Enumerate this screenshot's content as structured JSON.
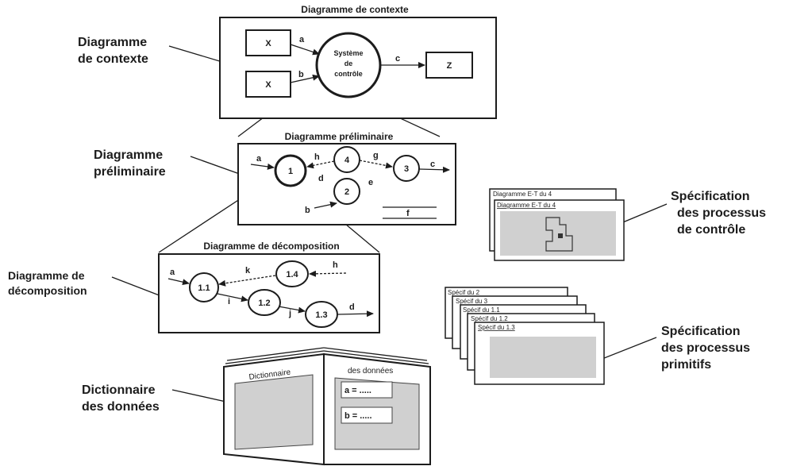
{
  "side_labels": {
    "context": [
      "Diagramme",
      "de contexte"
    ],
    "preliminary": [
      "Diagramme",
      "préliminaire"
    ],
    "decomposition": [
      "Diagramme de",
      "décomposition"
    ],
    "dictionary": [
      "Dictionnaire",
      "des données"
    ],
    "control_spec": [
      "Spécification",
      "des processus",
      "de contrôle"
    ],
    "primitive_spec": [
      "Spécification",
      "des processus",
      "primitifs"
    ]
  },
  "context_diagram": {
    "title": "Diagramme de contexte",
    "entity_top": "X",
    "entity_bottom": "X",
    "entity_right": "Z",
    "system": [
      "Système",
      "de",
      "contrôle"
    ],
    "flows": {
      "a": "a",
      "b": "b",
      "c": "c"
    }
  },
  "preliminary_diagram": {
    "title": "Diagramme préliminaire",
    "processes": [
      "1",
      "4",
      "3",
      "2"
    ],
    "flows": {
      "a": "a",
      "h": "h",
      "g": "g",
      "c": "c",
      "d": "d",
      "e": "e",
      "b": "b"
    },
    "store": "f"
  },
  "decomposition_diagram": {
    "title": "Diagramme de décomposition",
    "processes": [
      "1.1",
      "1.4",
      "1.2",
      "1.3"
    ],
    "flows": {
      "a": "a",
      "k": "k",
      "h": "h",
      "i": "i",
      "j": "j",
      "d": "d"
    }
  },
  "dictionary": {
    "left_page": "Dictionnaire",
    "right_page": "des données",
    "entry_a": "a = .....",
    "entry_b": "b = ....."
  },
  "control_spec_sheets": [
    "Diagramme E-T du 4",
    "Diagramme E-T du 4"
  ],
  "primitive_spec_sheets": [
    "Spécif du 2",
    "Spécif du 3",
    "Spécif du 1.1",
    "Spécif du 1.2",
    "Spécif du 1.3"
  ]
}
